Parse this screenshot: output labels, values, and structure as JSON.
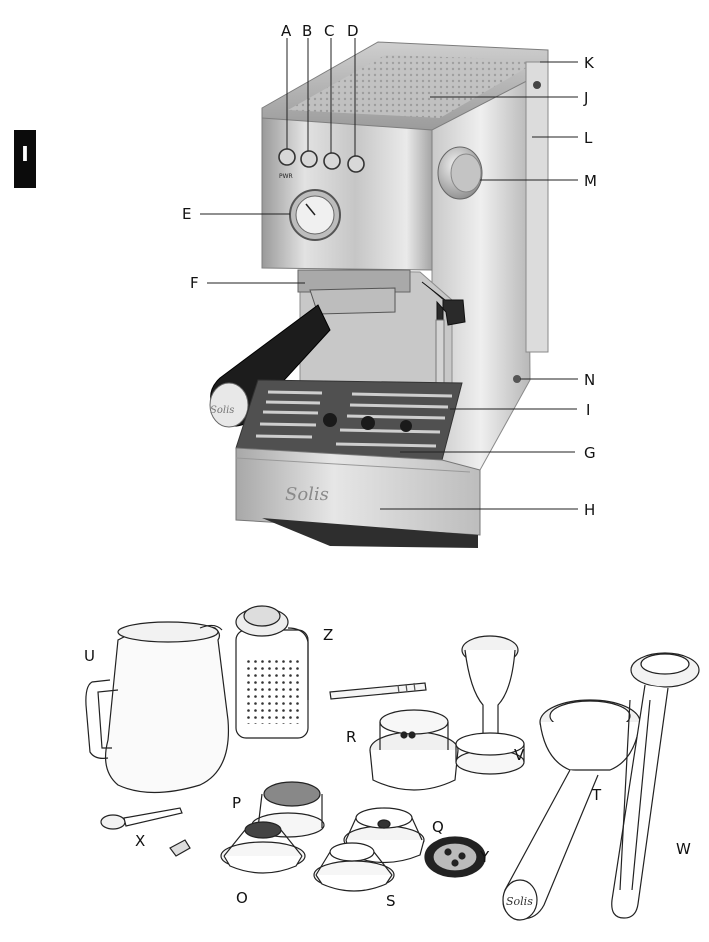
{
  "section_tab": "I",
  "brand": "Solis",
  "button_labels": {
    "power": "PWR"
  },
  "machine_callouts": [
    {
      "id": "A",
      "letter": "A"
    },
    {
      "id": "B",
      "letter": "B"
    },
    {
      "id": "C",
      "letter": "C"
    },
    {
      "id": "D",
      "letter": "D"
    },
    {
      "id": "E",
      "letter": "E"
    },
    {
      "id": "F",
      "letter": "F"
    },
    {
      "id": "G",
      "letter": "G"
    },
    {
      "id": "H",
      "letter": "H"
    },
    {
      "id": "I",
      "letter": "I"
    },
    {
      "id": "J",
      "letter": "J"
    },
    {
      "id": "K",
      "letter": "K"
    },
    {
      "id": "L",
      "letter": "L"
    },
    {
      "id": "M",
      "letter": "M"
    },
    {
      "id": "N",
      "letter": "N"
    }
  ],
  "accessory_callouts": [
    {
      "id": "O",
      "letter": "O"
    },
    {
      "id": "P",
      "letter": "P"
    },
    {
      "id": "Q",
      "letter": "Q"
    },
    {
      "id": "R",
      "letter": "R"
    },
    {
      "id": "S",
      "letter": "S"
    },
    {
      "id": "T",
      "letter": "T"
    },
    {
      "id": "U",
      "letter": "U"
    },
    {
      "id": "V",
      "letter": "V"
    },
    {
      "id": "W",
      "letter": "W"
    },
    {
      "id": "X",
      "letter": "X"
    },
    {
      "id": "Y",
      "letter": "Y"
    },
    {
      "id": "Z",
      "letter": "Z"
    }
  ],
  "colors": {
    "steel_light": "#d9d9d9",
    "steel_mid": "#b3b3b3",
    "steel_dark": "#7a7a7a",
    "handle": "#1c1c1c",
    "line": "#222222",
    "tab": "#0b0b0b"
  }
}
